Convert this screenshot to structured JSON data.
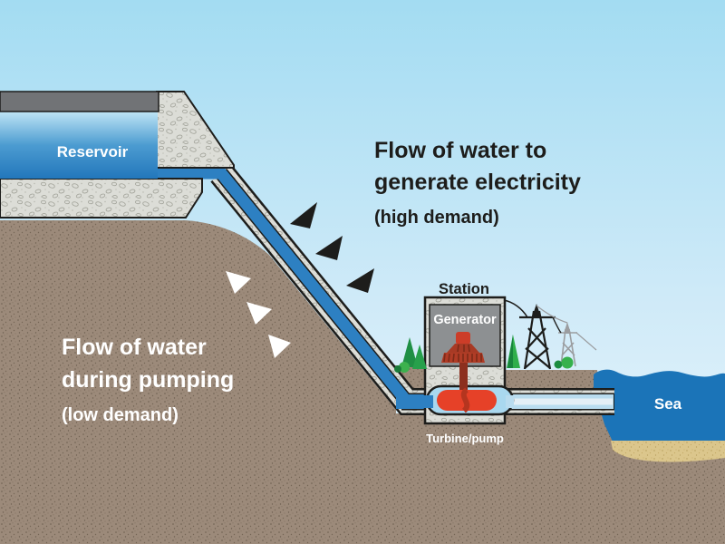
{
  "labels": {
    "reservoir": "Reservoir",
    "sea": "Sea",
    "station": "Station",
    "generator": "Generator",
    "turbine_pump": "Turbine/pump"
  },
  "annotations": {
    "generation": {
      "line1": "Flow of water to",
      "line2": "generate electricity",
      "subtitle": "(high demand)",
      "arrow_color": "#1d1d1b",
      "arrow_count": 3,
      "arrow_direction": "down-left-toward-pipe"
    },
    "pumping": {
      "line1": "Flow of water",
      "line2": "during pumping",
      "subtitle": "(low demand)",
      "arrow_color": "#ffffff",
      "arrow_count": 3,
      "arrow_direction": "down-right-along-slope"
    }
  },
  "colors": {
    "sky_top": "#a3dcf2",
    "sky_bottom": "#ecf7fd",
    "sea": "#1b74b8",
    "penstock_water": "#2d80c2",
    "tailrace_water": "#b9dcef",
    "reservoir_water_top": "#bfe5f6",
    "reservoir_water_mid": "#4c9cd1",
    "reservoir_water_bottom": "#2277bb",
    "ground": "#9c8a7a",
    "sand": "#dbc68c",
    "concrete": "#dcddd7",
    "dam_wall": "#717376",
    "station_panel": "#8d9092",
    "turbine_red": "#e64128",
    "generator_red": "#a83a25",
    "swirl_red": "#b5351f",
    "tree_green": "#2fae4b",
    "outline": "#1d1d1b",
    "pylon_far": "#9b9da0"
  }
}
